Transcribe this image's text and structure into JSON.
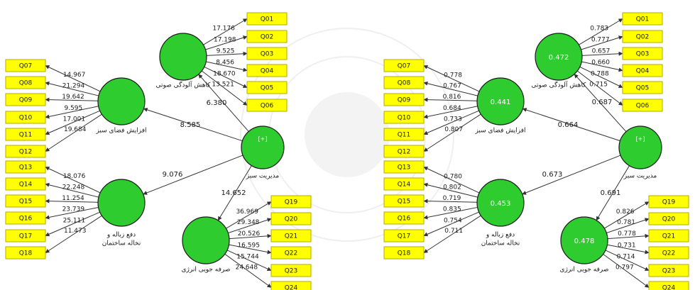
{
  "panels": [
    {
      "id": "t-values",
      "exogenous": {
        "label": "مدیریت سبز",
        "marker": "[+]",
        "value": ""
      },
      "constructs": [
        {
          "key": "noise",
          "label": "کاهش آلودگی صوتی",
          "value": "",
          "path": "6.380",
          "indicators": [
            {
              "name": "Q01",
              "weight": "17.176"
            },
            {
              "name": "Q02",
              "weight": "17.198"
            },
            {
              "name": "Q03",
              "weight": "9.525"
            },
            {
              "name": "Q04",
              "weight": "8.456"
            },
            {
              "name": "Q05",
              "weight": "18.670"
            },
            {
              "name": "Q06",
              "weight": "13.521"
            }
          ]
        },
        {
          "key": "green",
          "label": "افزایش فضای سبز",
          "value": "",
          "path": "8.585",
          "indicators": [
            {
              "name": "Q07",
              "weight": "14.967"
            },
            {
              "name": "Q08",
              "weight": "21.294"
            },
            {
              "name": "Q09",
              "weight": "19.642"
            },
            {
              "name": "Q10",
              "weight": "9.595"
            },
            {
              "name": "Q11",
              "weight": "17.001"
            },
            {
              "name": "Q12",
              "weight": "19.684"
            }
          ]
        },
        {
          "key": "waste",
          "label": "دفع زباله و نخاله ساختمان",
          "value": "",
          "path": "9.076",
          "indicators": [
            {
              "name": "Q13",
              "weight": "18.076"
            },
            {
              "name": "Q14",
              "weight": "22.248"
            },
            {
              "name": "Q15",
              "weight": "11.254"
            },
            {
              "name": "Q16",
              "weight": "23.739"
            },
            {
              "name": "Q17",
              "weight": "25.111"
            },
            {
              "name": "Q18",
              "weight": "11.473"
            }
          ]
        },
        {
          "key": "energy",
          "label": "صرفه جویی انرژی",
          "value": "",
          "path": "14.652",
          "indicators": [
            {
              "name": "Q19",
              "weight": "36.969"
            },
            {
              "name": "Q20",
              "weight": "29.348"
            },
            {
              "name": "Q21",
              "weight": "20.526"
            },
            {
              "name": "Q22",
              "weight": "16.595"
            },
            {
              "name": "Q23",
              "weight": "15.744"
            },
            {
              "name": "Q24",
              "weight": "24.648"
            }
          ]
        }
      ]
    },
    {
      "id": "loadings",
      "exogenous": {
        "label": "مدیریت سبز",
        "marker": "[+]",
        "value": ""
      },
      "constructs": [
        {
          "key": "noise",
          "label": "کاهش آلودگی صوتی",
          "value": "0.472",
          "path": "0.687",
          "indicators": [
            {
              "name": "Q01",
              "weight": "0.783"
            },
            {
              "name": "Q02",
              "weight": "0.777"
            },
            {
              "name": "Q03",
              "weight": "0.657"
            },
            {
              "name": "Q04",
              "weight": "0.660"
            },
            {
              "name": "Q05",
              "weight": "0.788"
            },
            {
              "name": "Q06",
              "weight": "0.715"
            }
          ]
        },
        {
          "key": "green",
          "label": "افزایش فضای سبز",
          "value": "0.441",
          "path": "0.664",
          "indicators": [
            {
              "name": "Q07",
              "weight": "0.778"
            },
            {
              "name": "Q08",
              "weight": "0.767"
            },
            {
              "name": "Q09",
              "weight": "0.816"
            },
            {
              "name": "Q10",
              "weight": "0.684"
            },
            {
              "name": "Q11",
              "weight": "0.733"
            },
            {
              "name": "Q12",
              "weight": "0.807"
            }
          ]
        },
        {
          "key": "waste",
          "label": "دفع زباله و نخاله ساختمان",
          "value": "0.453",
          "path": "0.673",
          "indicators": [
            {
              "name": "Q13",
              "weight": "0.780"
            },
            {
              "name": "Q14",
              "weight": "0.802"
            },
            {
              "name": "Q15",
              "weight": "0.719"
            },
            {
              "name": "Q16",
              "weight": "0.835"
            },
            {
              "name": "Q17",
              "weight": "0.754"
            },
            {
              "name": "Q18",
              "weight": "0.711"
            }
          ]
        },
        {
          "key": "energy",
          "label": "صرفه جویی انرژی",
          "value": "0.478",
          "path": "0.691",
          "indicators": [
            {
              "name": "Q19",
              "weight": "0.826"
            },
            {
              "name": "Q20",
              "weight": "0.781"
            },
            {
              "name": "Q21",
              "weight": "0.778"
            },
            {
              "name": "Q22",
              "weight": "0.731"
            },
            {
              "name": "Q23",
              "weight": "0.714"
            },
            {
              "name": "Q24",
              "weight": "0.797"
            }
          ]
        }
      ]
    }
  ],
  "colors": {
    "circle_fill": "#2ecc2e",
    "circle_stroke": "#1a1a1a",
    "box_fill": "#ffff00",
    "box_stroke": "#b8a800",
    "edge": "#333333",
    "text": "#1a1a1a",
    "circle_text": "#ffffff"
  }
}
